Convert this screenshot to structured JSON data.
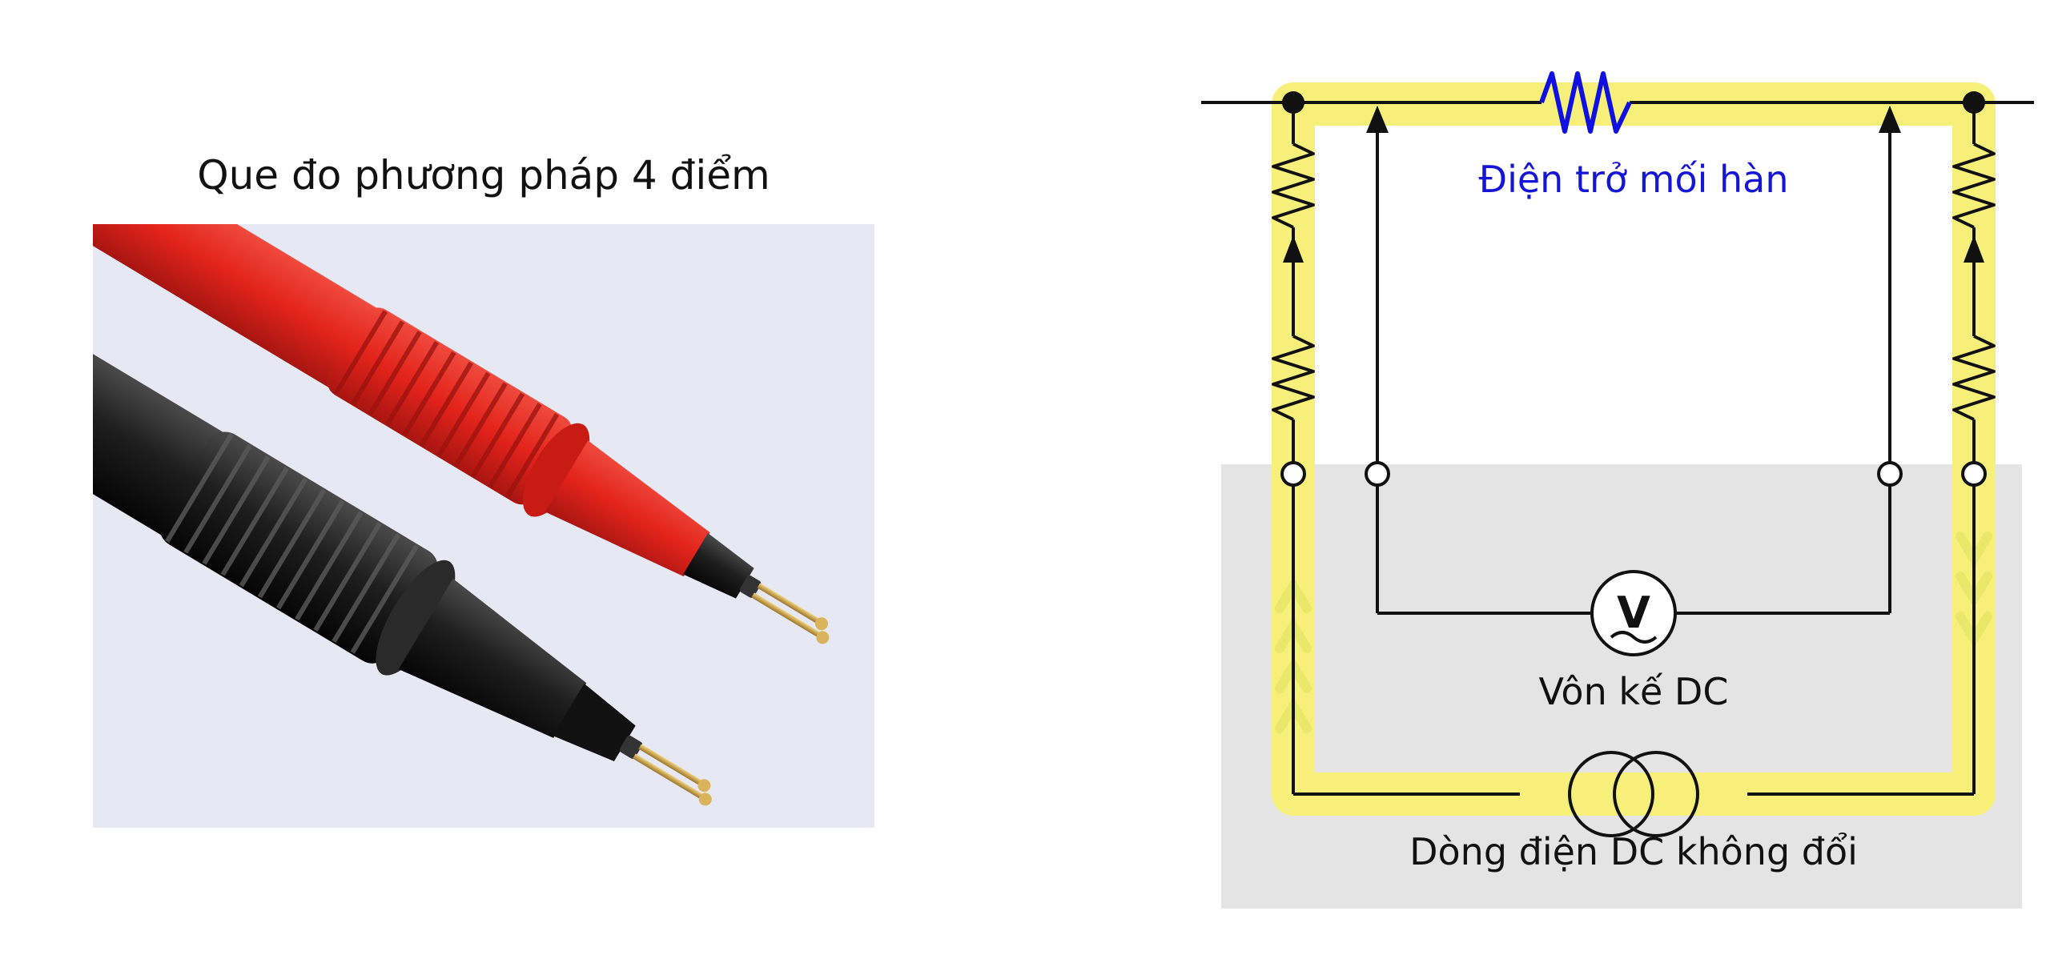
{
  "photo": {
    "title": "Que đo phương pháp 4 điểm",
    "colors": {
      "background": "#E6E8F4",
      "red_probe": "#E2231A",
      "black_probe": "#1A1A1A",
      "tip": "#C9A24A"
    }
  },
  "circuit": {
    "junction_label": "Điện trở mối hàn",
    "voltmeter_symbol": "V",
    "voltmeter_label": "Vôn kế DC",
    "current_source_label": "Dòng điện DC không đổi",
    "colors": {
      "wire": "#111111",
      "resistor_main": "#1010E0",
      "current_path": "#F6F07A",
      "meter_box": "#E4E4E4",
      "label_blue": "#1515D6"
    }
  }
}
